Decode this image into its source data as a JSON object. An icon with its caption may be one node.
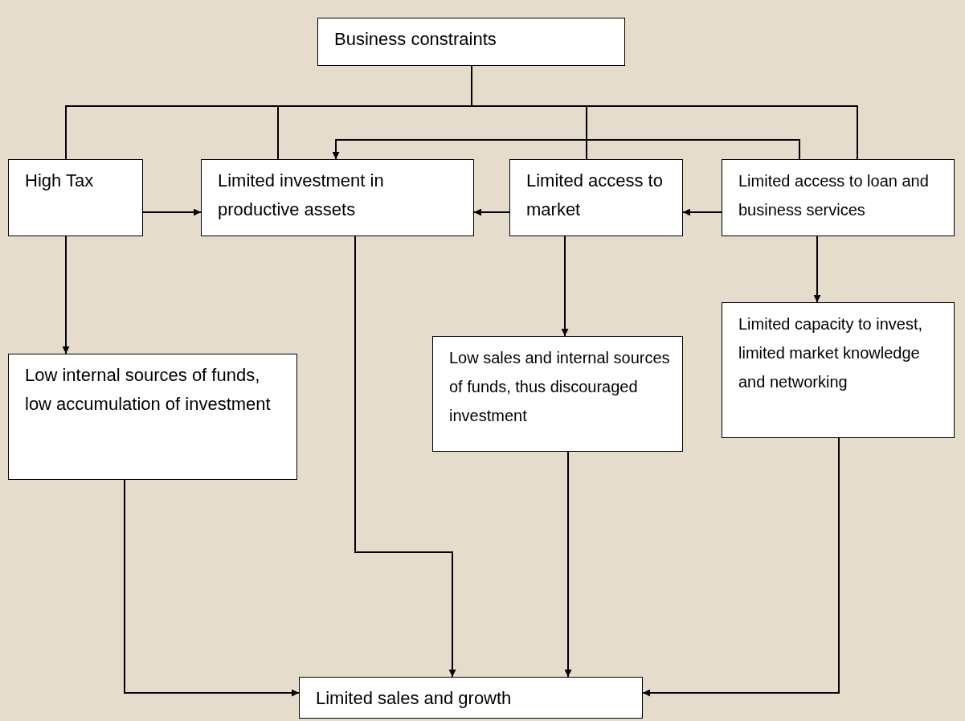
{
  "diagram": {
    "nodes": [
      {
        "text": [
          "Business constraints"
        ]
      },
      {
        "text": [
          "High Tax"
        ]
      },
      {
        "text": [
          "Limited investment in productive assets"
        ]
      },
      {
        "text": [
          "Limited access to market"
        ]
      },
      {
        "text": [
          "Limited access to loan and business services"
        ]
      },
      {
        "text": [
          "Low internal sources of funds, low accumulation of investment"
        ]
      },
      {
        "text": [
          "Low sales and internal sources of funds, thus discouraged investment"
        ]
      },
      {
        "text": [
          "Limited capacity to invest, limited market knowledge and networking"
        ]
      },
      {
        "text": [
          "Limited sales and growth"
        ]
      }
    ],
    "edges": [
      {
        "from": 0,
        "to": 1,
        "arrow": "none"
      },
      {
        "from": 0,
        "to": 2,
        "arrow": "none"
      },
      {
        "from": 0,
        "to": 3,
        "arrow": "none"
      },
      {
        "from": 0,
        "to": 4,
        "arrow": "none"
      },
      {
        "from": 4,
        "to": 2,
        "arrow": "to"
      },
      {
        "from": 1,
        "to": 2,
        "arrow": "to"
      },
      {
        "from": 3,
        "to": 2,
        "arrow": "to"
      },
      {
        "from": 4,
        "to": 3,
        "arrow": "to"
      },
      {
        "from": 1,
        "to": 5,
        "arrow": "to"
      },
      {
        "from": 3,
        "to": 6,
        "arrow": "to"
      },
      {
        "from": 4,
        "to": 7,
        "arrow": "to"
      },
      {
        "from": 2,
        "to": 8,
        "arrow": "to"
      },
      {
        "from": 6,
        "to": 8,
        "arrow": "to"
      },
      {
        "from": 5,
        "to": 8,
        "arrow": "to"
      },
      {
        "from": 7,
        "to": 8,
        "arrow": "to"
      }
    ]
  }
}
